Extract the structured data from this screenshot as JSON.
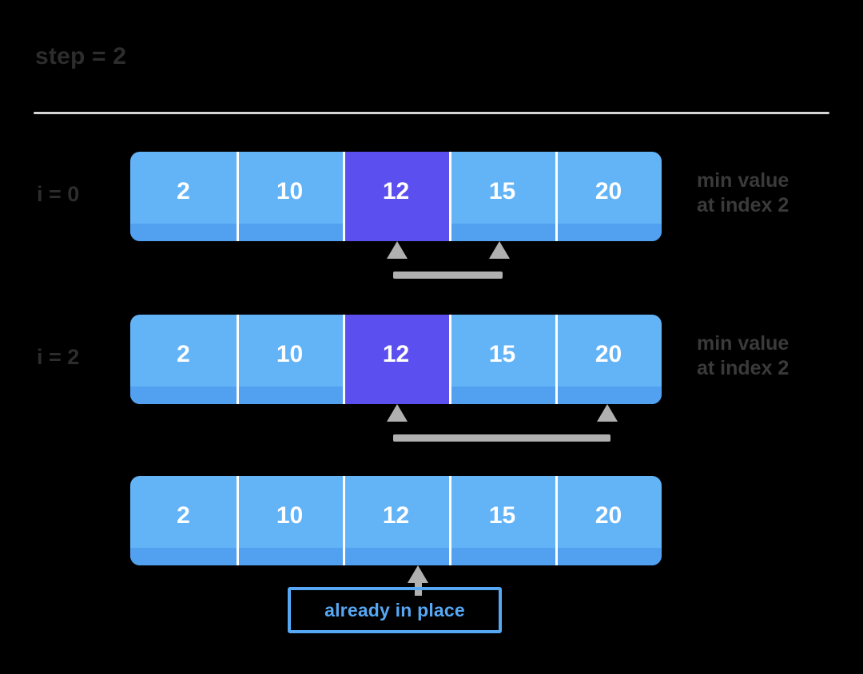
{
  "header": {
    "step_label": "step = 2"
  },
  "colors": {
    "background": "#000000",
    "cell_fill": "#63b3f7",
    "cell_shadow": "#4f9ef0",
    "highlight_fill": "#5b4ff0",
    "separator": "#ffffff",
    "value_text": "#ffffff",
    "label_text": "#2d2d2d",
    "note_text": "#3a3a3a",
    "connector": "#b0b0b0",
    "divider": "#d6d6d6",
    "callout_border": "#56a8f5",
    "callout_text": "#56a8f5"
  },
  "rows": [
    {
      "index_label": "i = 0",
      "values": [
        "2",
        "10",
        "12",
        "15",
        "20"
      ],
      "highlight_index": 2,
      "note": "min value\nat index 2"
    },
    {
      "index_label": "i = 2",
      "values": [
        "2",
        "10",
        "12",
        "15",
        "20"
      ],
      "highlight_index": 2,
      "note": "min value\nat index 2"
    },
    {
      "index_label": "",
      "values": [
        "2",
        "10",
        "12",
        "15",
        "20"
      ],
      "highlight_index": -1,
      "note": ""
    }
  ],
  "callout": {
    "text": "already in place"
  }
}
